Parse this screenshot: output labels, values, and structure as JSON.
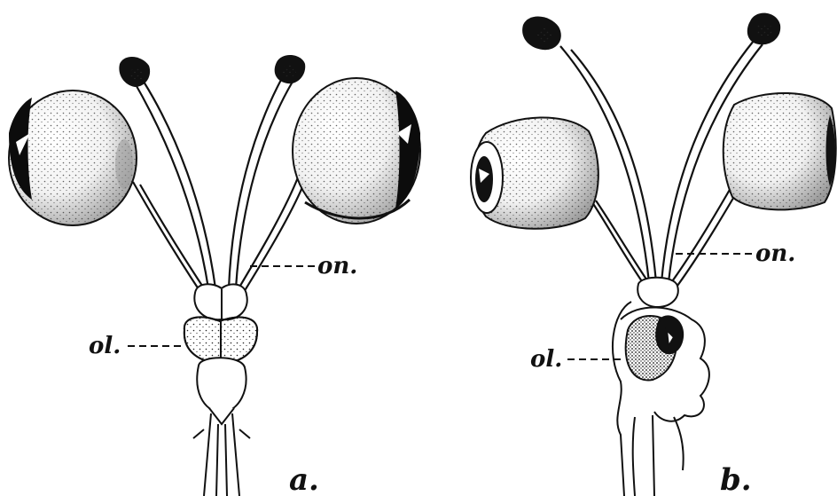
{
  "figure": {
    "panel_a": {
      "caption": "a.",
      "label_optic_nerve": "on.",
      "label_optic_lobe": "ol."
    },
    "panel_b": {
      "caption": "b.",
      "label_optic_nerve": "on.",
      "label_optic_lobe": "ol."
    }
  }
}
